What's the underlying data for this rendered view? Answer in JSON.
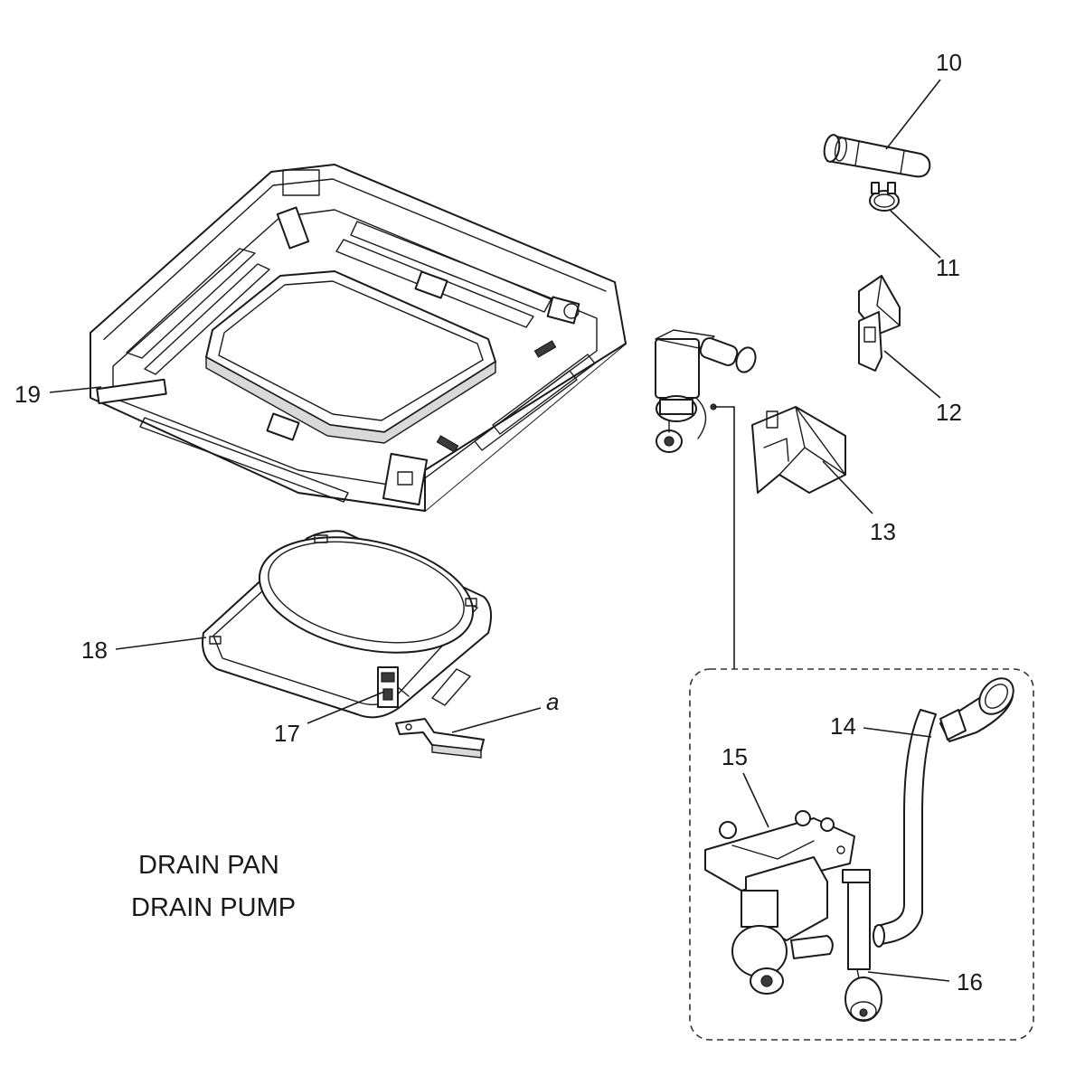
{
  "callouts": {
    "c10": "10",
    "c11": "11",
    "c12": "12",
    "c13": "13",
    "c14": "14",
    "c15": "15",
    "c16": "16",
    "c17": "17",
    "c18": "18",
    "c19": "19",
    "ca": "a"
  },
  "caption": {
    "line1": "DRAIN PAN",
    "line2": "DRAIN PUMP"
  },
  "colors": {
    "line": "#1a1a1a",
    "background": "#ffffff"
  }
}
